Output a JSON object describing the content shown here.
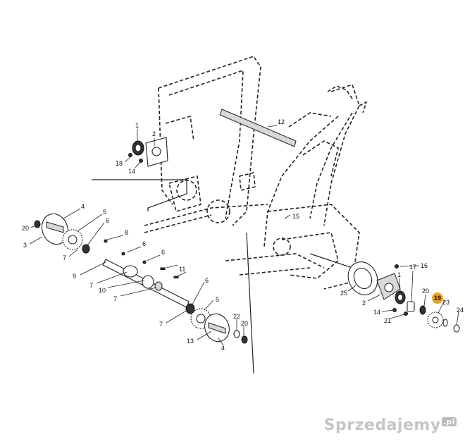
{
  "diagram": {
    "callouts": [
      {
        "id": "c1a",
        "text": "1"
      },
      {
        "id": "c2a",
        "text": "2"
      },
      {
        "id": "c18",
        "text": "18"
      },
      {
        "id": "c14a",
        "text": "14"
      },
      {
        "id": "c12",
        "text": "12"
      },
      {
        "id": "c15",
        "text": "15"
      },
      {
        "id": "c20a",
        "text": "20"
      },
      {
        "id": "c4a",
        "text": "4"
      },
      {
        "id": "c3",
        "text": "3"
      },
      {
        "id": "c5a",
        "text": "5"
      },
      {
        "id": "c6a",
        "text": "6"
      },
      {
        "id": "c8",
        "text": "8"
      },
      {
        "id": "c7a",
        "text": "7"
      },
      {
        "id": "c6b",
        "text": "6"
      },
      {
        "id": "c9",
        "text": "9"
      },
      {
        "id": "c6c",
        "text": "6"
      },
      {
        "id": "c7b",
        "text": "7"
      },
      {
        "id": "c10",
        "text": "10"
      },
      {
        "id": "c7c",
        "text": "7"
      },
      {
        "id": "c11",
        "text": "11"
      },
      {
        "id": "c6d",
        "text": "6"
      },
      {
        "id": "c5b",
        "text": "5"
      },
      {
        "id": "c7d",
        "text": "7"
      },
      {
        "id": "c22",
        "text": "22"
      },
      {
        "id": "c20b",
        "text": "20"
      },
      {
        "id": "c13",
        "text": "13"
      },
      {
        "id": "c4b",
        "text": "4"
      },
      {
        "id": "c16",
        "text": "16"
      },
      {
        "id": "c25",
        "text": "25"
      },
      {
        "id": "c1b",
        "text": "1"
      },
      {
        "id": "c17",
        "text": "17"
      },
      {
        "id": "c20c",
        "text": "20"
      },
      {
        "id": "c2b",
        "text": "2"
      },
      {
        "id": "c14b",
        "text": "14"
      },
      {
        "id": "c21",
        "text": "21"
      },
      {
        "id": "c23",
        "text": "23"
      },
      {
        "id": "c24",
        "text": "24"
      }
    ],
    "highlighted_callout": "19",
    "highlight_color": "#f0a020"
  },
  "watermark": {
    "text": "Sprzedajemy",
    "tld": ".pl"
  }
}
